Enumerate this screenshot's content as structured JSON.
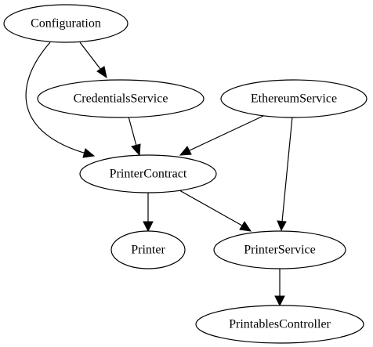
{
  "diagram": {
    "nodes": [
      {
        "id": "configuration",
        "label": "Configuration"
      },
      {
        "id": "credentials",
        "label": "CredentialsService"
      },
      {
        "id": "ethereum",
        "label": "EthereumService"
      },
      {
        "id": "printercontract",
        "label": "PrinterContract"
      },
      {
        "id": "printer",
        "label": "Printer"
      },
      {
        "id": "printerservice",
        "label": "PrinterService"
      },
      {
        "id": "printables",
        "label": "PrintablesController"
      }
    ],
    "edges": [
      {
        "from": "configuration",
        "to": "credentials"
      },
      {
        "from": "configuration",
        "to": "printercontract"
      },
      {
        "from": "credentials",
        "to": "printercontract"
      },
      {
        "from": "ethereum",
        "to": "printercontract"
      },
      {
        "from": "ethereum",
        "to": "printerservice"
      },
      {
        "from": "printercontract",
        "to": "printer"
      },
      {
        "from": "printercontract",
        "to": "printerservice"
      },
      {
        "from": "printerservice",
        "to": "printables"
      }
    ]
  }
}
